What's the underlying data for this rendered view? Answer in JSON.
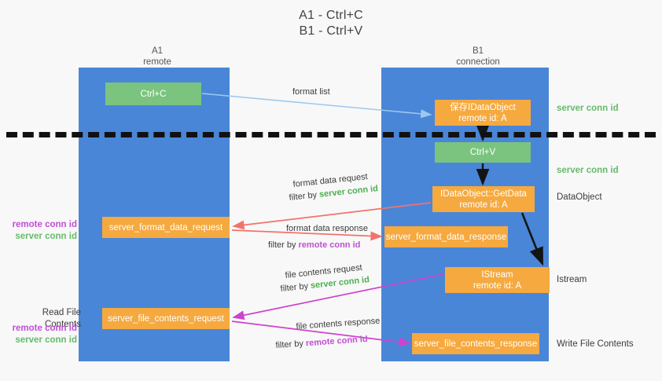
{
  "title": {
    "line1": "A1 - Ctrl+C",
    "line2": "B1 - Ctrl+V"
  },
  "columns": {
    "left": {
      "name": "A1",
      "role": "remote"
    },
    "right": {
      "name": "B1",
      "role": "connection"
    }
  },
  "nodes": {
    "ctrl_c": {
      "label": "Ctrl+C",
      "color": "#7ac47f"
    },
    "store_idataobject": {
      "line1": "保存IDataObject",
      "line2": "remote id: A",
      "color": "#f5a93f"
    },
    "ctrl_v": {
      "label": "Ctrl+V",
      "color": "#7ac47f"
    },
    "getdata": {
      "line1": "IDataObject::GetData",
      "line2": "remote id: A",
      "color": "#f5a93f"
    },
    "istream": {
      "line1": "IStream",
      "line2": "remote id: A",
      "color": "#f5a93f"
    },
    "server_format_data_request": {
      "label": "server_format_data_request",
      "color": "#f5a93f"
    },
    "server_format_data_response": {
      "label": "server_format_data_response",
      "color": "#f5a93f"
    },
    "server_file_contents_request": {
      "label": "server_file_contents_request",
      "color": "#f5a93f"
    },
    "server_file_contents_response": {
      "label": "server_file_contents_response",
      "color": "#f5a93f"
    }
  },
  "edges": {
    "format_list": {
      "label": "format list",
      "color": "#9dc8ee"
    },
    "format_data_request": {
      "label": "format data request",
      "filter_prefix": "filter by ",
      "filter_value": "server conn id",
      "color": "#f2736a"
    },
    "format_data_response": {
      "label": "format data response",
      "filter_prefix": "filter by ",
      "filter_value": "remote conn id",
      "color": "#f2736a"
    },
    "file_contents_request": {
      "label": "file contents request",
      "filter_prefix": "filter by ",
      "filter_value": "server conn id",
      "color": "#cc44cc"
    },
    "file_contents_response": {
      "label": "file contents response",
      "filter_prefix": "filter by ",
      "filter_value": "remote conn id",
      "color": "#cc44cc"
    }
  },
  "annotations": {
    "right": {
      "server_conn_id_top": "server conn id",
      "server_conn_id_mid": "server conn id",
      "dataobject": "DataObject",
      "istream": "Istream",
      "write_file_contents": "Write File Contents"
    },
    "left": {
      "remote_conn_id_1": "remote conn id",
      "server_conn_id_1": "server conn id",
      "read_file_contents": "Read File Contents",
      "remote_conn_id_2": "remote conn id",
      "server_conn_id_2": "server conn id"
    }
  },
  "colors": {
    "lane": "#4a86d8",
    "green_text": "#66bb6a",
    "purple_text": "#c04fd4",
    "divider": "#111111",
    "background": "#f8f8f8"
  }
}
